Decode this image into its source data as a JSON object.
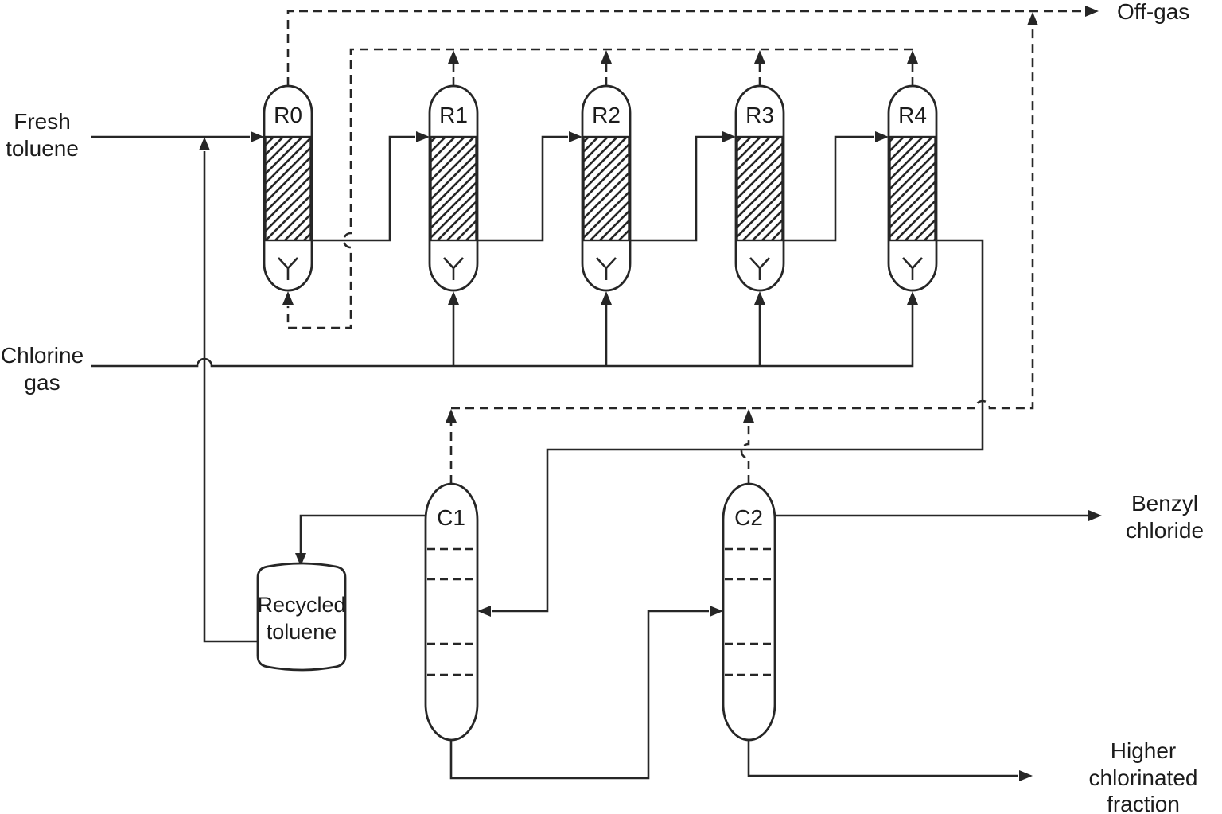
{
  "diagram": {
    "reactors": [
      {
        "label": "R0"
      },
      {
        "label": "R1"
      },
      {
        "label": "R2"
      },
      {
        "label": "R3"
      },
      {
        "label": "R4"
      }
    ],
    "columns": [
      {
        "label": "C1"
      },
      {
        "label": "C2"
      }
    ],
    "tank": {
      "line1": "Recycled",
      "line2": "toluene"
    },
    "streams": {
      "fresh_toluene": {
        "line1": "Fresh",
        "line2": "toluene"
      },
      "chlorine_gas": {
        "line1": "Chlorine",
        "line2": "gas"
      },
      "off_gas": {
        "label": "Off-gas"
      },
      "benzyl_chloride": {
        "line1": "Benzyl",
        "line2": "chloride"
      },
      "higher_chlorinated_fraction": {
        "line1": "Higher",
        "line2": "chlorinated",
        "line3": "fraction"
      }
    },
    "colors": {
      "line": "#262626",
      "background": "#ffffff"
    }
  }
}
